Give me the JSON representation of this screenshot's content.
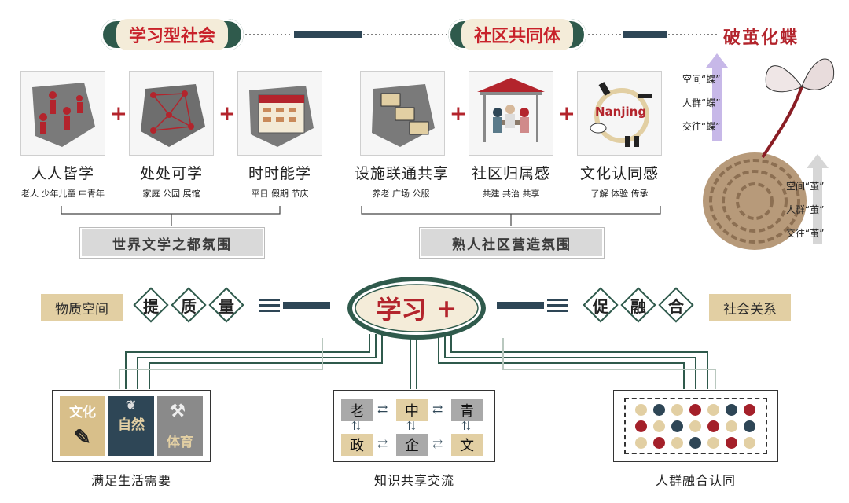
{
  "banners": {
    "learning_society": "学习型社会",
    "community": "社区共同体",
    "metamorphosis": "破茧化蝶"
  },
  "top_left": {
    "panels": [
      {
        "title": "人人皆学",
        "sub": "老人 少年儿童 中青年",
        "icon": "people-icon"
      },
      {
        "title": "处处可学",
        "sub": "家庭 公园 展馆",
        "icon": "network-icon"
      },
      {
        "title": "时时能学",
        "sub": "平日 假期 节庆",
        "icon": "calendar-icon"
      }
    ],
    "summary": "世界文学之都氛围"
  },
  "top_right": {
    "panels": [
      {
        "title": "设施联通共享",
        "sub": "养老 广场 公服",
        "icon": "facility-icon"
      },
      {
        "title": "社区归属感",
        "sub": "共建 共治 共享",
        "icon": "pavilion-icon"
      },
      {
        "title": "文化认同感",
        "sub": "了解 体验 传承",
        "icon": "nanjing-icon",
        "badge": "Nanjing"
      }
    ],
    "summary": "熟人社区营造氛围"
  },
  "butterfly": {
    "up": [
      "空间“蝶”",
      "人群“蝶”",
      "交往“蝶”"
    ],
    "down": [
      "空间“茧”",
      "人群“茧”",
      "交往“茧”"
    ]
  },
  "middle": {
    "left_tag": "物质空间",
    "left_diamonds": [
      "提",
      "质",
      "量"
    ],
    "center": "学习",
    "center_plus": "+",
    "right_diamonds": [
      "促",
      "融",
      "合"
    ],
    "right_tag": "社会关系"
  },
  "bottom": {
    "needs": {
      "label": "满足生活需要",
      "tiles": [
        {
          "text": "文化",
          "icon": "pencil-icon",
          "color": "#d8bf8a"
        },
        {
          "text": "自然",
          "icon": "leaf-icon",
          "color": "#2e4656"
        },
        {
          "text": "体育",
          "icon": "dumbbell-icon",
          "color": "#8a8a8a"
        }
      ]
    },
    "sharing": {
      "label": "知识共享交流",
      "top": [
        "老",
        "中",
        "青"
      ],
      "bottom": [
        "政",
        "企",
        "文"
      ],
      "arrow": "⇄",
      "varrow": "⇅"
    },
    "fusion": {
      "label": "人群融合认同",
      "rows": [
        [
          "#e2cfa3",
          "#2e4656",
          "#e2cfa3",
          "#a4202a",
          "#e2cfa3",
          "#2e4656",
          "#a4202a"
        ],
        [
          "#a4202a",
          "#e2cfa3",
          "#2e4656",
          "#e2cfa3",
          "#a4202a",
          "#e2cfa3",
          "#2e4656"
        ],
        [
          "#e2cfa3",
          "#a4202a",
          "#e2cfa3",
          "#2e4656",
          "#e2cfa3",
          "#a4202a",
          "#e2cfa3"
        ]
      ]
    }
  },
  "colors": {
    "green": "#2f5a4c",
    "red": "#b3242c",
    "tan": "#e2cfa3",
    "navy": "#2e4656"
  }
}
